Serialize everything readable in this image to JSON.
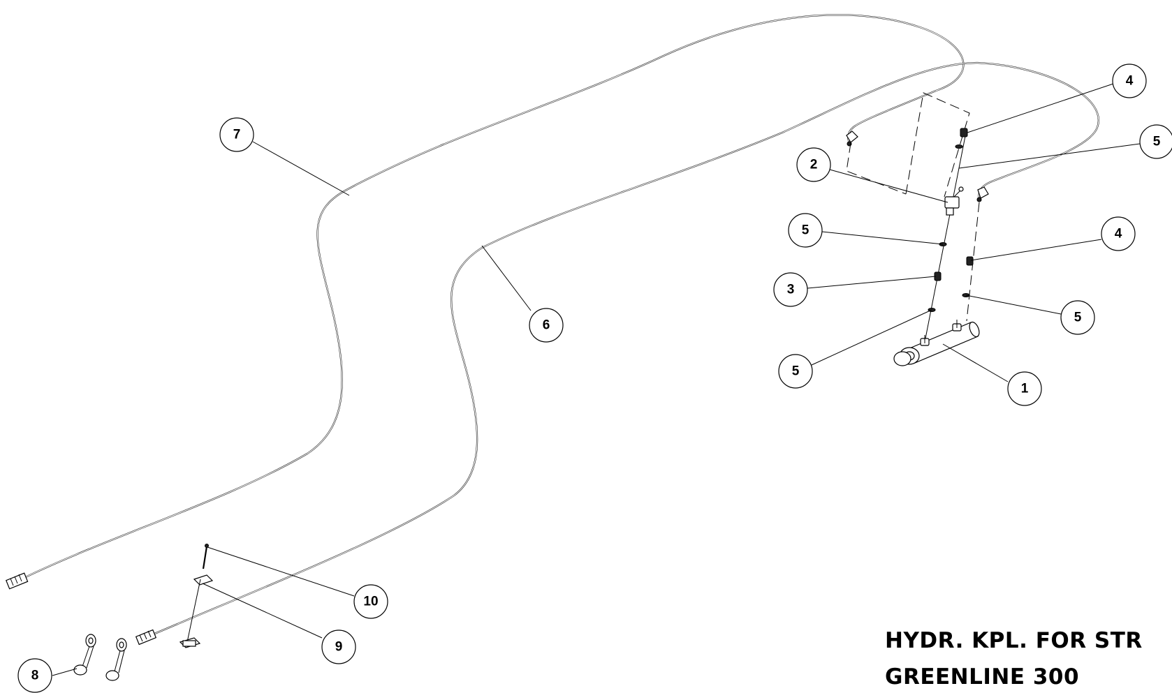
{
  "title": {
    "line1": "HYDR. KPL. FOR STR",
    "line2": "GREENLINE 300"
  },
  "callouts": [
    {
      "id": "c7",
      "label": "7"
    },
    {
      "id": "c6",
      "label": "6"
    },
    {
      "id": "c2",
      "label": "2"
    },
    {
      "id": "c4a",
      "label": "4"
    },
    {
      "id": "c5a",
      "label": "5"
    },
    {
      "id": "c5b",
      "label": "5"
    },
    {
      "id": "c3",
      "label": "3"
    },
    {
      "id": "c4b",
      "label": "4"
    },
    {
      "id": "c5c",
      "label": "5"
    },
    {
      "id": "c5d",
      "label": "5"
    },
    {
      "id": "c1",
      "label": "1"
    },
    {
      "id": "c10",
      "label": "10"
    },
    {
      "id": "c9",
      "label": "9"
    },
    {
      "id": "c8",
      "label": "8"
    }
  ]
}
